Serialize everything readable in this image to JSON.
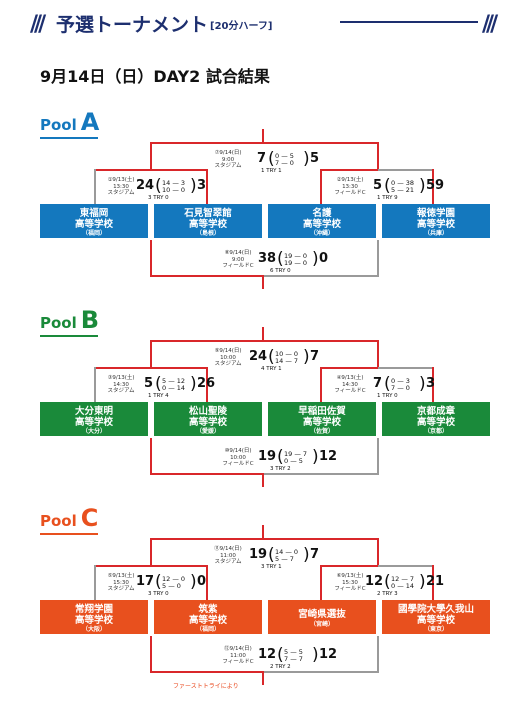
{
  "header": {
    "title": "予選トーナメント",
    "subtitle": "[20分ハーフ]"
  },
  "day_title": "9月14日（日）DAY2 試合結果",
  "pools": [
    {
      "id": "A",
      "label": "Pool",
      "letter": "A",
      "color": "#1478be",
      "teams": [
        {
          "l1": "東福岡",
          "l2": "高等学校",
          "pref": "（福岡）"
        },
        {
          "l1": "石見智翠館",
          "l2": "高等学校",
          "pref": "（島根）"
        },
        {
          "l1": "名護",
          "l2": "高等学校",
          "pref": "（沖縄）"
        },
        {
          "l1": "報徳学園",
          "l2": "高等学校",
          "pref": "（兵庫）"
        }
      ],
      "final": {
        "info1": "⑦9/14(日)",
        "info2": "9:00",
        "info3": "スタジアム",
        "s1": "7",
        "s2": "5",
        "h1": "0 — 5",
        "h2": "7 — 0",
        "t1": "1",
        "t2": "1"
      },
      "semi_left": {
        "info1": "①9/13(土)",
        "info2": "13:30",
        "info3": "スタジアム",
        "s1": "24",
        "s2": "3",
        "h1": "14 — 3",
        "h2": "10 — 0",
        "t1": "3",
        "t2": "0"
      },
      "semi_right": {
        "info1": "②9/13(土)",
        "info2": "13:30",
        "info3": "フィールドC",
        "s1": "5",
        "s2": "59",
        "h1": "0 — 38",
        "h2": "5 — 21",
        "t1": "1",
        "t2": "9"
      },
      "consolation": {
        "info1": "⑧9/14(日)",
        "info2": "9:00",
        "info3": "フィールドC",
        "s1": "38",
        "s2": "0",
        "h1": "19 — 0",
        "h2": "19 — 0",
        "t1": "6",
        "t2": "0"
      }
    },
    {
      "id": "B",
      "label": "Pool",
      "letter": "B",
      "color": "#1a8a3a",
      "teams": [
        {
          "l1": "大分東明",
          "l2": "高等学校",
          "pref": "（大分）"
        },
        {
          "l1": "松山聖陵",
          "l2": "高等学校",
          "pref": "（愛媛）"
        },
        {
          "l1": "早稲田佐賀",
          "l2": "高等学校",
          "pref": "（佐賀）"
        },
        {
          "l1": "京都成章",
          "l2": "高等学校",
          "pref": "（京都）"
        }
      ],
      "final": {
        "info1": "⑨9/14(日)",
        "info2": "10:00",
        "info3": "スタジアム",
        "s1": "24",
        "s2": "7",
        "h1": "10 — 0",
        "h2": "14 — 7",
        "t1": "4",
        "t2": "1"
      },
      "semi_left": {
        "info1": "③9/13(土)",
        "info2": "14:30",
        "info3": "スタジアム",
        "s1": "5",
        "s2": "26",
        "h1": "5 — 12",
        "h2": "0 — 14",
        "t1": "1",
        "t2": "4"
      },
      "semi_right": {
        "info1": "④9/13(土)",
        "info2": "14:30",
        "info3": "フィールドC",
        "s1": "7",
        "s2": "3",
        "h1": "0 — 3",
        "h2": "7 — 0",
        "t1": "1",
        "t2": "0"
      },
      "consolation": {
        "info1": "⑩9/14(日)",
        "info2": "10:00",
        "info3": "フィールドC",
        "s1": "19",
        "s2": "12",
        "h1": "19 — 7",
        "h2": "0 — 5",
        "t1": "3",
        "t2": "2"
      }
    },
    {
      "id": "C",
      "label": "Pool",
      "letter": "C",
      "color": "#e8501e",
      "teams": [
        {
          "l1": "常翔学園",
          "l2": "高等学校",
          "pref": "（大阪）"
        },
        {
          "l1": "筑紫",
          "l2": "高等学校",
          "pref": "（福岡）"
        },
        {
          "l1": "宮崎県選抜",
          "l2": "",
          "pref": "（宮崎）"
        },
        {
          "l1": "國學院大學久我山",
          "l2": "高等学校",
          "pref": "（東京）"
        }
      ],
      "final": {
        "info1": "⑪9/14(日)",
        "info2": "11:00",
        "info3": "スタジアム",
        "s1": "19",
        "s2": "7",
        "h1": "14 — 0",
        "h2": "5 — 7",
        "t1": "3",
        "t2": "1"
      },
      "semi_left": {
        "info1": "⑤9/13(土)",
        "info2": "15:30",
        "info3": "スタジアム",
        "s1": "17",
        "s2": "0",
        "h1": "12 — 0",
        "h2": "5 — 0",
        "t1": "3",
        "t2": "0"
      },
      "semi_right": {
        "info1": "⑥9/13(土)",
        "info2": "15:30",
        "info3": "フィールドC",
        "s1": "12",
        "s2": "21",
        "h1": "12 — 7",
        "h2": "0 — 14",
        "t1": "2",
        "t2": "3"
      },
      "consolation": {
        "info1": "⑫9/14(日)",
        "info2": "11:00",
        "info3": "フィールドC",
        "s1": "12",
        "s2": "12",
        "h1": "5 — 5",
        "h2": "7 — 7",
        "t1": "2",
        "t2": "2"
      }
    }
  ],
  "try_label": "TRY",
  "footnote": "ファーストトライにより"
}
